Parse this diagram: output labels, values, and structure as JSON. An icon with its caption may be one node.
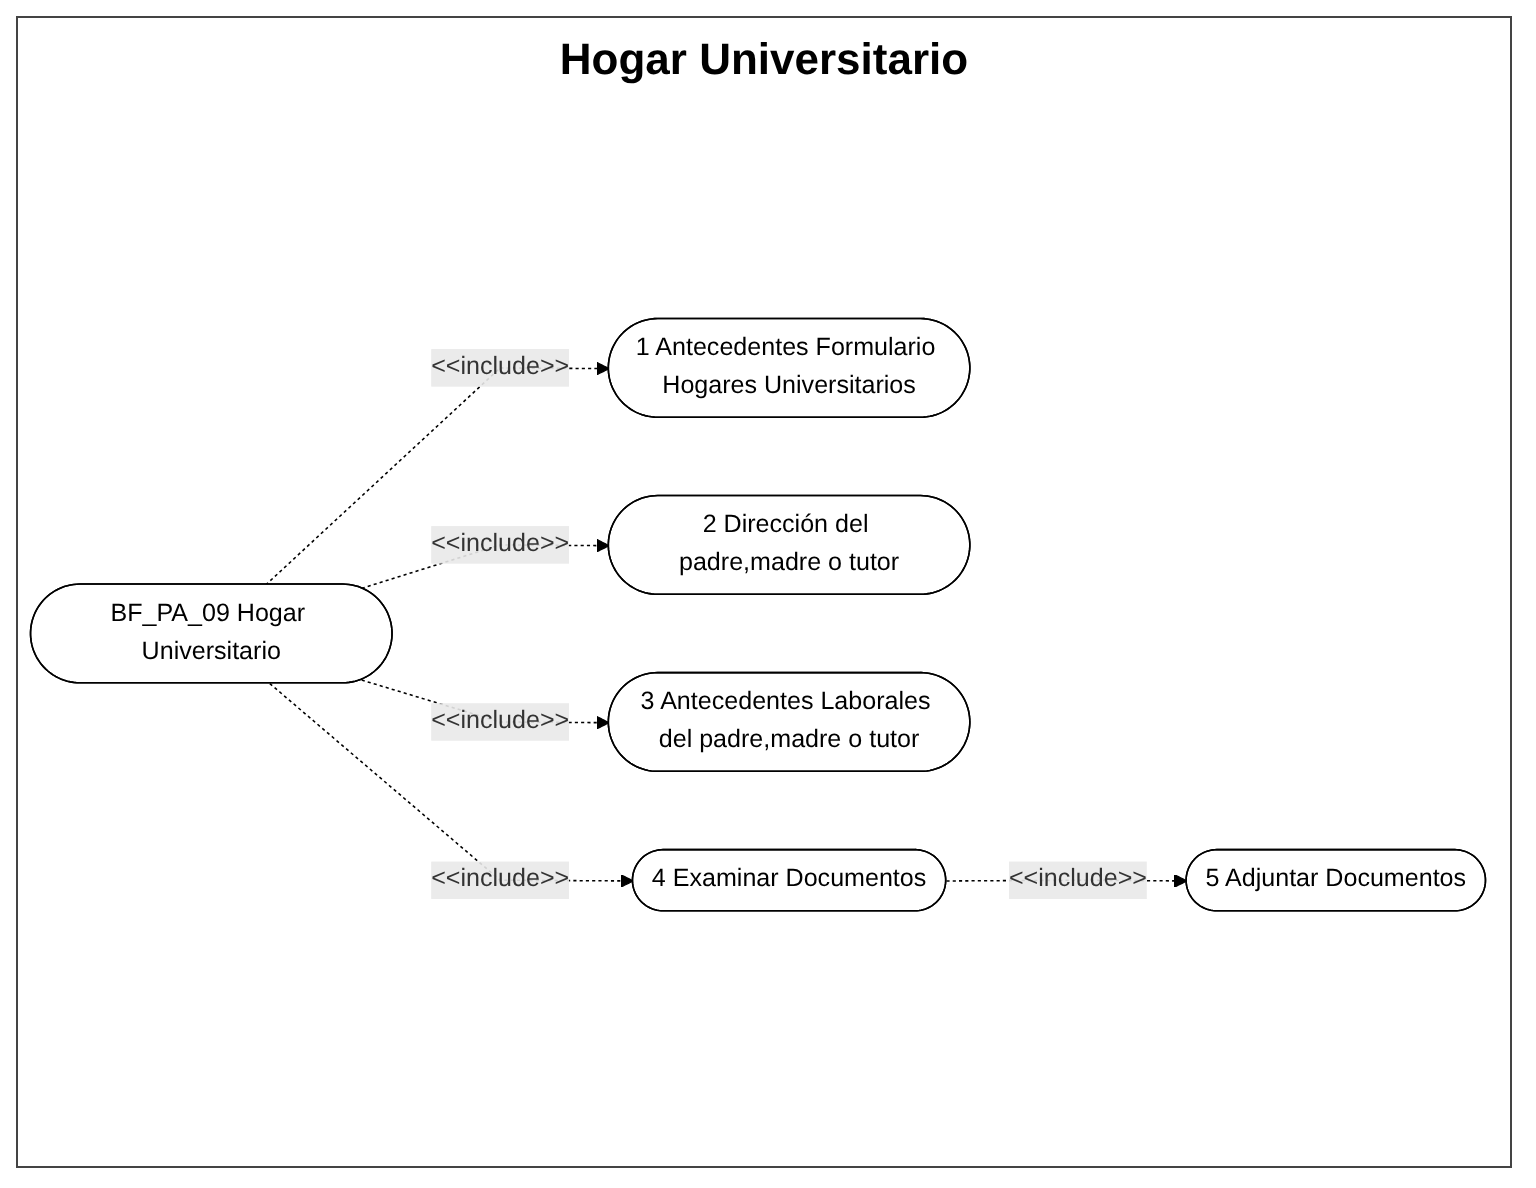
{
  "diagram": {
    "title": "Hogar Universitario",
    "nodes": [
      {
        "text": [
          "1 Antecedentes Formulario Hogares Universitarios"
        ]
      },
      {
        "text": [
          "2 Dirección del padre,madre o tutor"
        ]
      },
      {
        "text": [
          "BF_PA_09 Hogar Universitario"
        ]
      },
      {
        "text": [
          "3 Antecedentes Laborales del padre,madre o tutor"
        ]
      },
      {
        "text": [
          "4 Examinar Documentos"
        ]
      },
      {
        "text": [
          "5 Adjuntar Documentos"
        ]
      }
    ],
    "edges": [
      {
        "from": 2,
        "to": 0,
        "arrow": "to",
        "label": "<<include>>",
        "style": "dashed"
      },
      {
        "from": 2,
        "to": 1,
        "arrow": "to",
        "label": "<<include>>",
        "style": "dashed"
      },
      {
        "from": 2,
        "to": 3,
        "arrow": "to",
        "label": "<<include>>",
        "style": "dashed"
      },
      {
        "from": 2,
        "to": 4,
        "arrow": "to",
        "label": "<<include>>",
        "style": "dashed"
      },
      {
        "from": 4,
        "to": 5,
        "arrow": "to",
        "label": "<<include>>",
        "style": "dashed"
      }
    ]
  }
}
